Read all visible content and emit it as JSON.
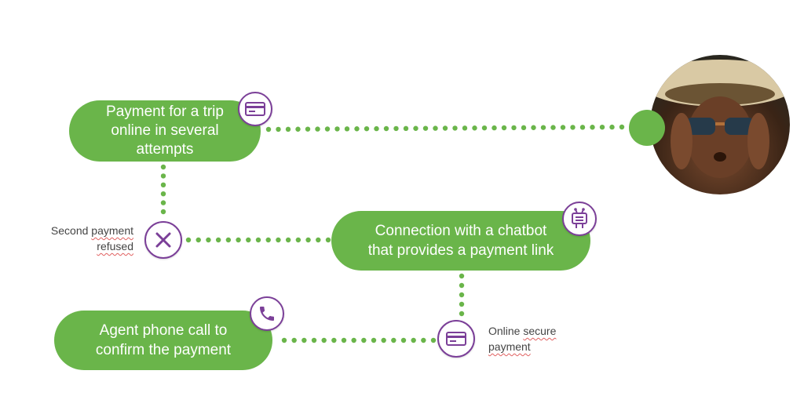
{
  "colors": {
    "pill_green": "#6ab54a",
    "dot_green": "#6ab54a",
    "icon_purple": "#7b3f98",
    "label_gray": "#444444",
    "spell_underline": "#e06060"
  },
  "steps": {
    "step1": {
      "label": "Payment for a trip\nonline in several\nattempts",
      "icon": "credit-card-icon"
    },
    "step2": {
      "label": "Connection with a chatbot\nthat provides a payment link",
      "icon": "robot-icon"
    },
    "step3": {
      "label": "Agent phone call to\nconfirm the payment",
      "icon": "phone-icon"
    }
  },
  "labels": {
    "refused": {
      "line1_a": "Second ",
      "line1_b": "payment",
      "line2": "refused",
      "icon": "close-x-icon"
    },
    "secure": {
      "line1_a": "Online ",
      "line1_b": "secure",
      "line2": "payment",
      "icon": "credit-card-icon"
    }
  },
  "customer": {
    "image": "customer-photo"
  }
}
